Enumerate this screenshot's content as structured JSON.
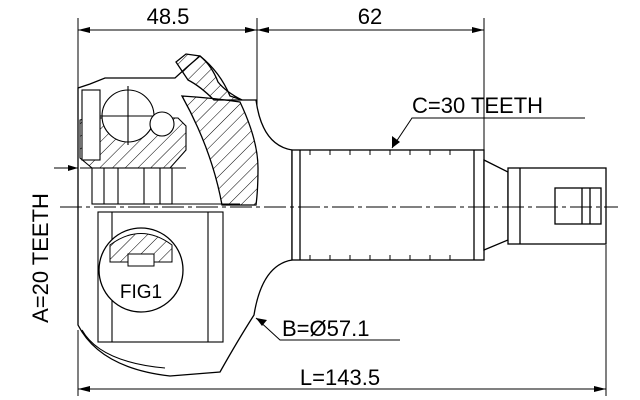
{
  "dimensions": {
    "top_left_length": "48.5",
    "top_right_length": "62",
    "outer_spline": "C=30 TEETH",
    "inner_spline": "A=20 TEETH",
    "abs_diameter": "B=Ø57.1",
    "total_length": "L=143.5"
  },
  "detail_label": "FIG1"
}
